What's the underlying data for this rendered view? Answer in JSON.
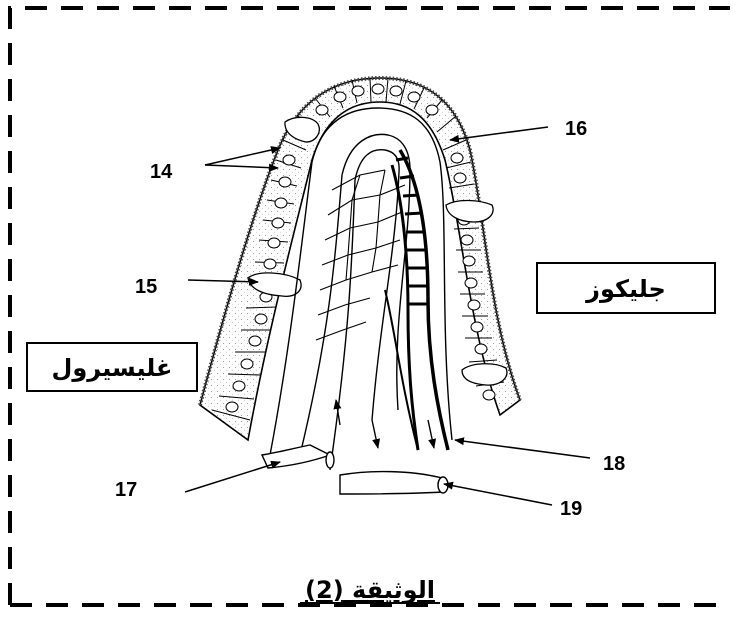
{
  "labels": {
    "l14": "14",
    "l15": "15",
    "l16": "16",
    "l17": "17",
    "l18": "18",
    "l19": "19"
  },
  "boxes": {
    "glucose": "جليكوز",
    "glycerol": "غليسيرول"
  },
  "caption": "الوثيقة (2)"
}
